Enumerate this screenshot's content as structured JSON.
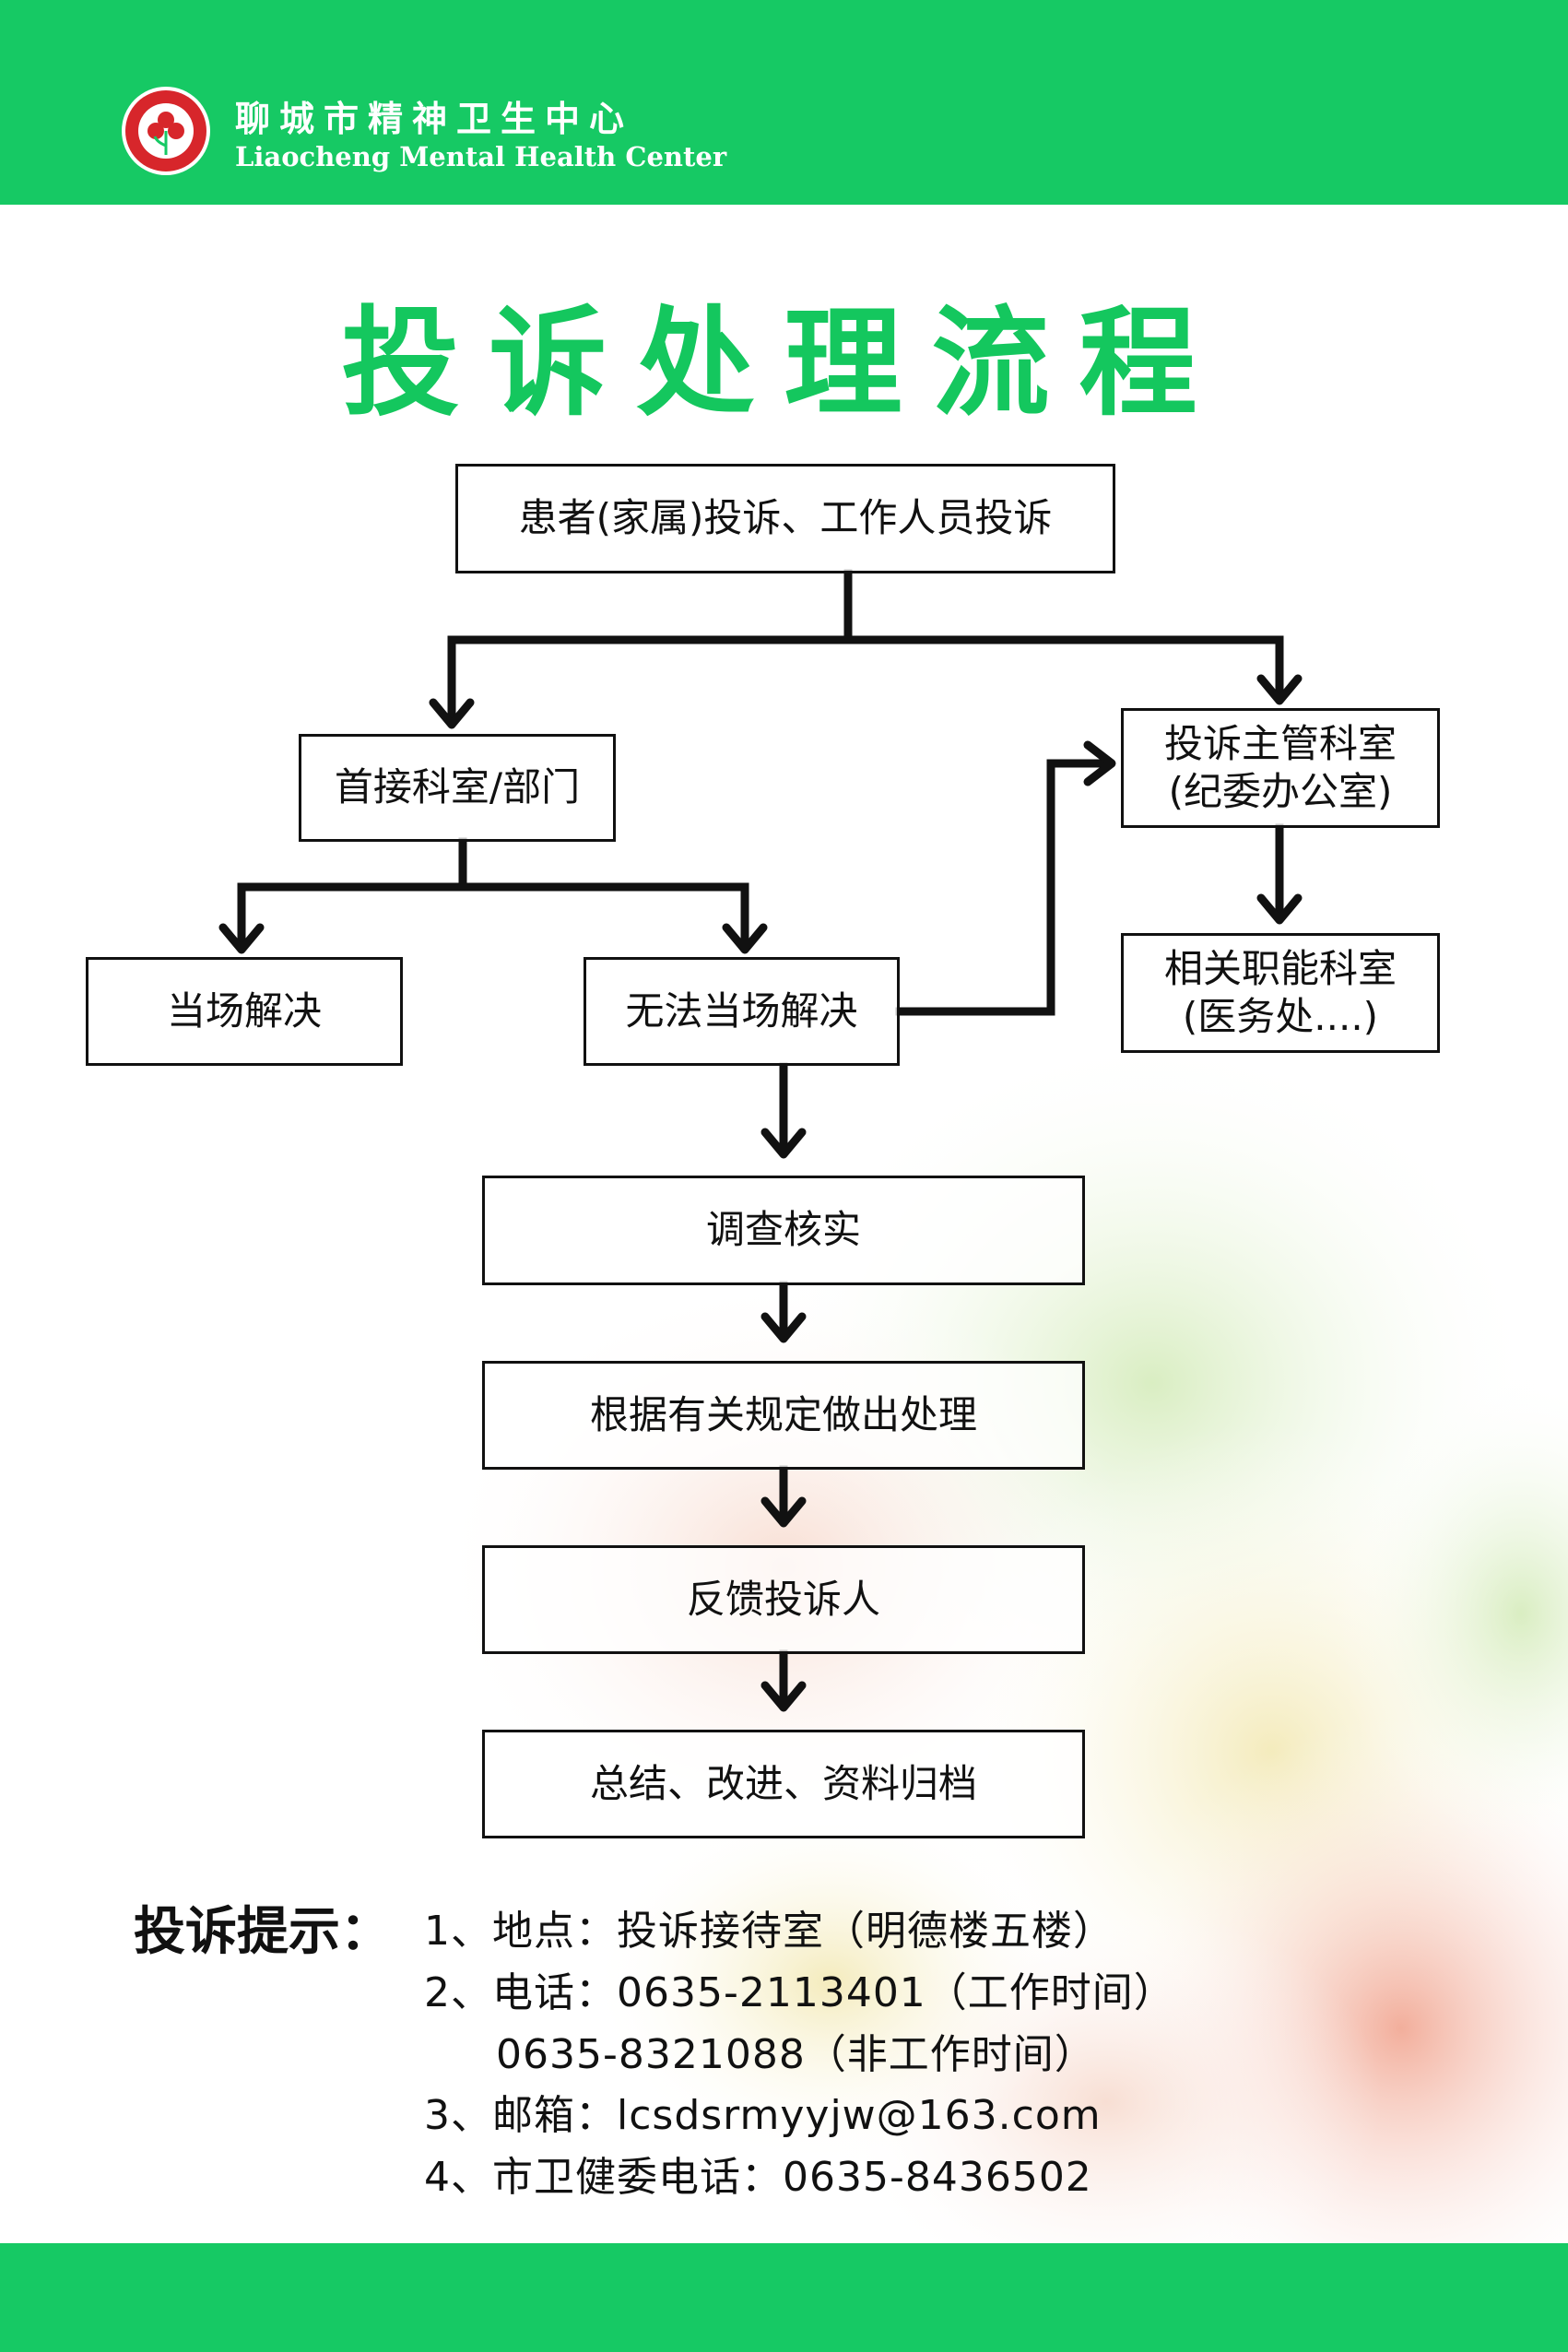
{
  "header": {
    "org_name_cn": "聊城市精神卫生中心",
    "org_name_en": "Liaocheng Mental Health Center"
  },
  "title": "投诉处理流程",
  "flow": {
    "complaint_source": "患者(家属)投诉、工作人员投诉",
    "first_dept": "首接科室/部门",
    "resolved_on_spot": "当场解决",
    "unresolved_on_spot": "无法当场解决",
    "supervisor_dept": "投诉主管科室\n(纪委办公室)",
    "functional_dept": "相关职能科室\n(医务处....)",
    "investigate": "调查核实",
    "handle": "根据有关规定做出处理",
    "feedback": "反馈投诉人",
    "summary": "总结、改进、资料归档"
  },
  "tips": {
    "label": "投诉提示：",
    "line1": "1、地点：投诉接待室（明德楼五楼）",
    "line2": "2、电话：0635-2113401（工作时间）",
    "line3": "0635-8321088（非工作时间）",
    "line4": "3、邮箱：lcsdsrmyyjw@163.com",
    "line5": "4、市卫健委电话：0635-8436502"
  },
  "colors": {
    "brand_green": "#16c964",
    "title_green": "#14c75e",
    "logo_red": "#d7262b"
  }
}
